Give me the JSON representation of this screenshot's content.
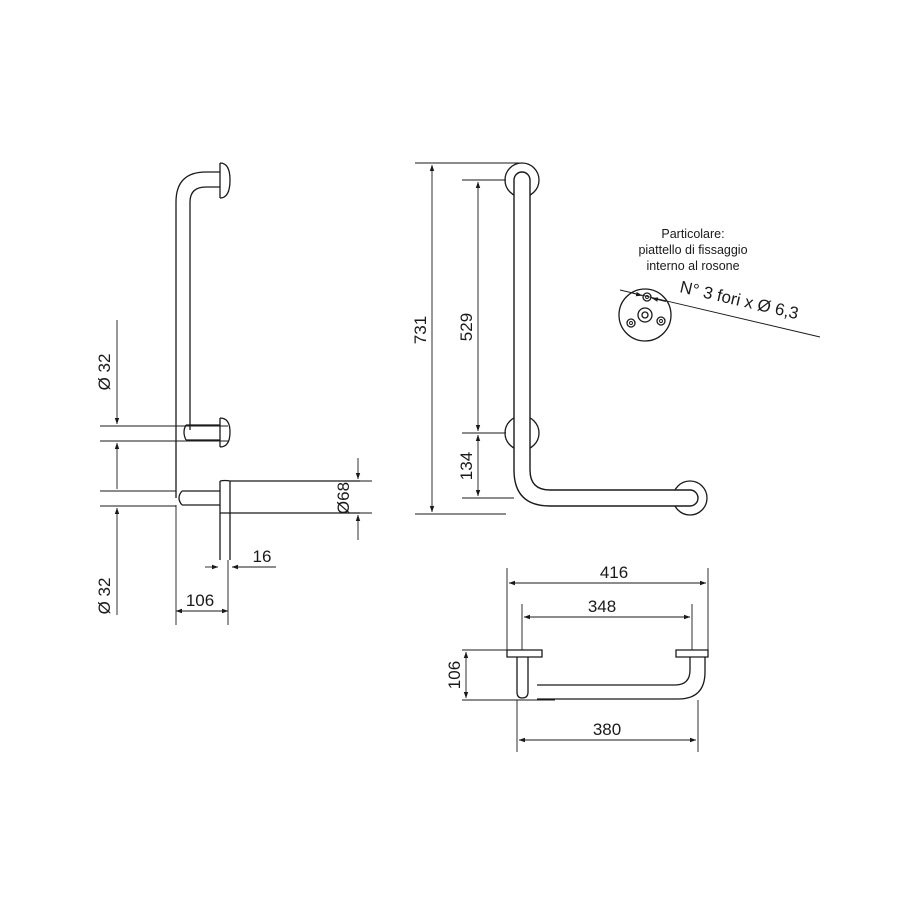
{
  "labels": {
    "side_dia_top": "Ø 32",
    "side_dia_bottom": "Ø 32",
    "side_depth": "106",
    "side_plate": "16",
    "side_rosette": "Ø68",
    "front_total_height": "731",
    "front_upper_span": "529",
    "front_lower_span": "134",
    "top_outer_width": "416",
    "top_axis_width": "348",
    "top_base_width": "380",
    "top_depth": "106"
  },
  "detail": {
    "title_line1": "Particolare:",
    "title_line2": "piattello di fissaggio",
    "title_line3": "interno al rosone",
    "holes": "N° 3 fori x Ø 6,3"
  }
}
